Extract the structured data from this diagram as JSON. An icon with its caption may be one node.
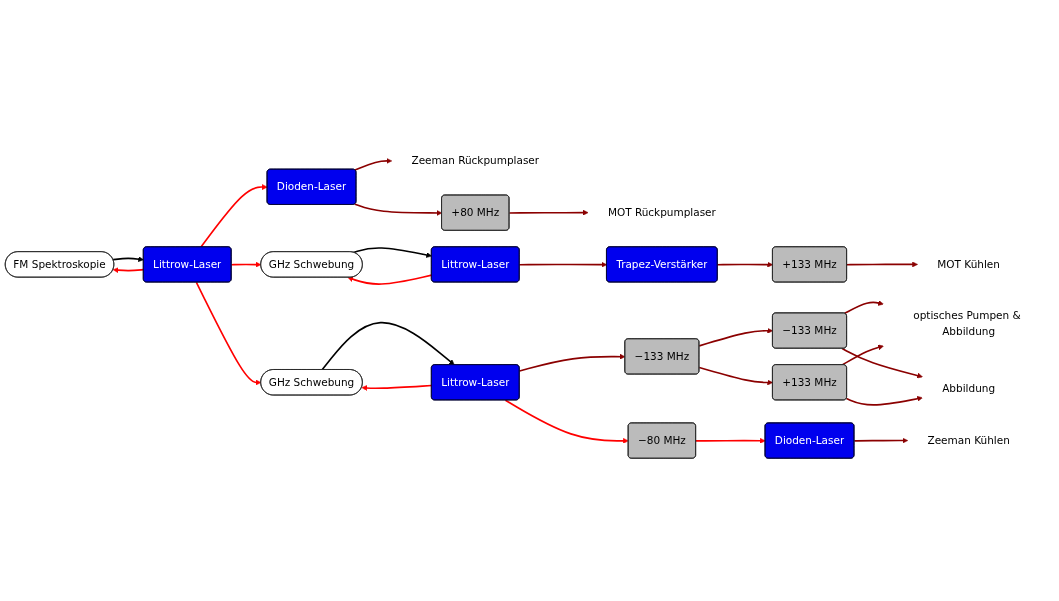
{
  "diagram": {
    "nodes": [
      {
        "text": [
          "Dioden-Laser"
        ]
      },
      {
        "text": [
          "Zeeman Rückpumplaser"
        ]
      },
      {
        "text": [
          "+80 MHz"
        ]
      },
      {
        "text": [
          "MOT Rückpumplaser"
        ]
      },
      {
        "text": [
          "FM Spektroskopie"
        ]
      },
      {
        "text": [
          "Littrow-Laser"
        ]
      },
      {
        "text": [
          "GHz Schwebung"
        ]
      },
      {
        "text": [
          "Littrow-Laser"
        ]
      },
      {
        "text": [
          "Trapez-Verstärker"
        ]
      },
      {
        "text": [
          "+133 MHz"
        ]
      },
      {
        "text": [
          "MOT Kühlen"
        ]
      },
      {
        "text": [
          "GHz Schwebung"
        ]
      },
      {
        "text": [
          "Littrow-Laser"
        ]
      },
      {
        "text": [
          "−133 MHz"
        ]
      },
      {
        "text": [
          "−133 MHz"
        ]
      },
      {
        "text": [
          "optisches Pumpen & Abbildung"
        ]
      },
      {
        "text": [
          "+133 MHz"
        ]
      },
      {
        "text": [
          "Abbildung"
        ]
      },
      {
        "text": [
          "−80 MHz"
        ]
      },
      {
        "text": [
          "Dioden-Laser"
        ]
      },
      {
        "text": [
          "Zeeman Kühlen"
        ]
      }
    ],
    "edges": [
      {
        "from": 0,
        "to": 1,
        "arrow": "to"
      },
      {
        "from": 0,
        "to": 2,
        "arrow": "to"
      },
      {
        "from": 2,
        "to": 3,
        "arrow": "to"
      },
      {
        "from": 4,
        "to": 5,
        "arrow": "to",
        "color": "#000000"
      },
      {
        "from": 5,
        "to": 4,
        "arrow": "to",
        "color": "#ff0000"
      },
      {
        "from": 5,
        "to": 6,
        "arrow": "to",
        "color": "#ff0000"
      },
      {
        "from": 5,
        "to": 0,
        "arrow": "to",
        "color": "#ff0000"
      },
      {
        "from": 5,
        "to": 11,
        "arrow": "to",
        "color": "#ff0000"
      },
      {
        "from": 6,
        "to": 7,
        "arrow": "to",
        "color": "#000000"
      },
      {
        "from": 7,
        "to": 6,
        "arrow": "to",
        "color": "#ff0000"
      },
      {
        "from": 7,
        "to": 8,
        "arrow": "to"
      },
      {
        "from": 8,
        "to": 9,
        "arrow": "to"
      },
      {
        "from": 9,
        "to": 10,
        "arrow": "to"
      },
      {
        "from": 11,
        "to": 12,
        "arrow": "to",
        "color": "#000000"
      },
      {
        "from": 12,
        "to": 11,
        "arrow": "to",
        "color": "#ff0000"
      },
      {
        "from": 12,
        "to": 13,
        "arrow": "to"
      },
      {
        "from": 13,
        "to": 14,
        "arrow": "to"
      },
      {
        "from": 13,
        "to": 16,
        "arrow": "to"
      },
      {
        "from": 14,
        "to": 15,
        "arrow": "to"
      },
      {
        "from": 14,
        "to": 17,
        "arrow": "to"
      },
      {
        "from": 16,
        "to": 15,
        "arrow": "to"
      },
      {
        "from": 16,
        "to": 17,
        "arrow": "to"
      },
      {
        "from": 12,
        "to": 18,
        "arrow": "to",
        "color": "#ff0000"
      },
      {
        "from": 18,
        "to": 19,
        "arrow": "to",
        "color": "#ff0000"
      },
      {
        "from": 19,
        "to": 20,
        "arrow": "to"
      }
    ]
  }
}
